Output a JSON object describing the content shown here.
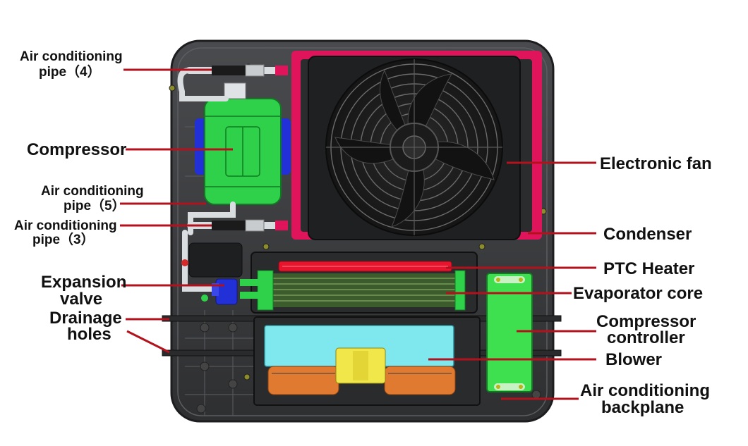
{
  "labels": {
    "pipe4_line1": "Air conditioning",
    "pipe4_line2": "pipe（4）",
    "compressor": "Compressor",
    "pipe5_line1": "Air conditioning",
    "pipe5_line2": "pipe（5）",
    "pipe3_line1": "Air conditioning",
    "pipe3_line2": "pipe（3）",
    "expansion_line1": "Expansion",
    "expansion_line2": "valve",
    "drainage_line1": "Drainage",
    "drainage_line2": "holes",
    "electronic_fan": "Electronic fan",
    "condenser": "Condenser",
    "ptc_heater": "PTC Heater",
    "evaporator_core": "Evaporator core",
    "controller_line1": "Compressor",
    "controller_line2": "controller",
    "blower": "Blower",
    "backplane_line1": "Air conditioning",
    "backplane_line2": "backplane"
  },
  "colors": {
    "leader": "#b3121d",
    "backplane": "#3a3b3d",
    "compressor": "#2fd14a",
    "compressor_mount": "#2230d8",
    "condenser": "#e0145a",
    "blower_housing": "#7fe8ef",
    "blower_motor": "#e07a30",
    "ptc": "#e8142e",
    "evaporator_fins": "#4f7a3a",
    "controller": "#3ee04f"
  }
}
